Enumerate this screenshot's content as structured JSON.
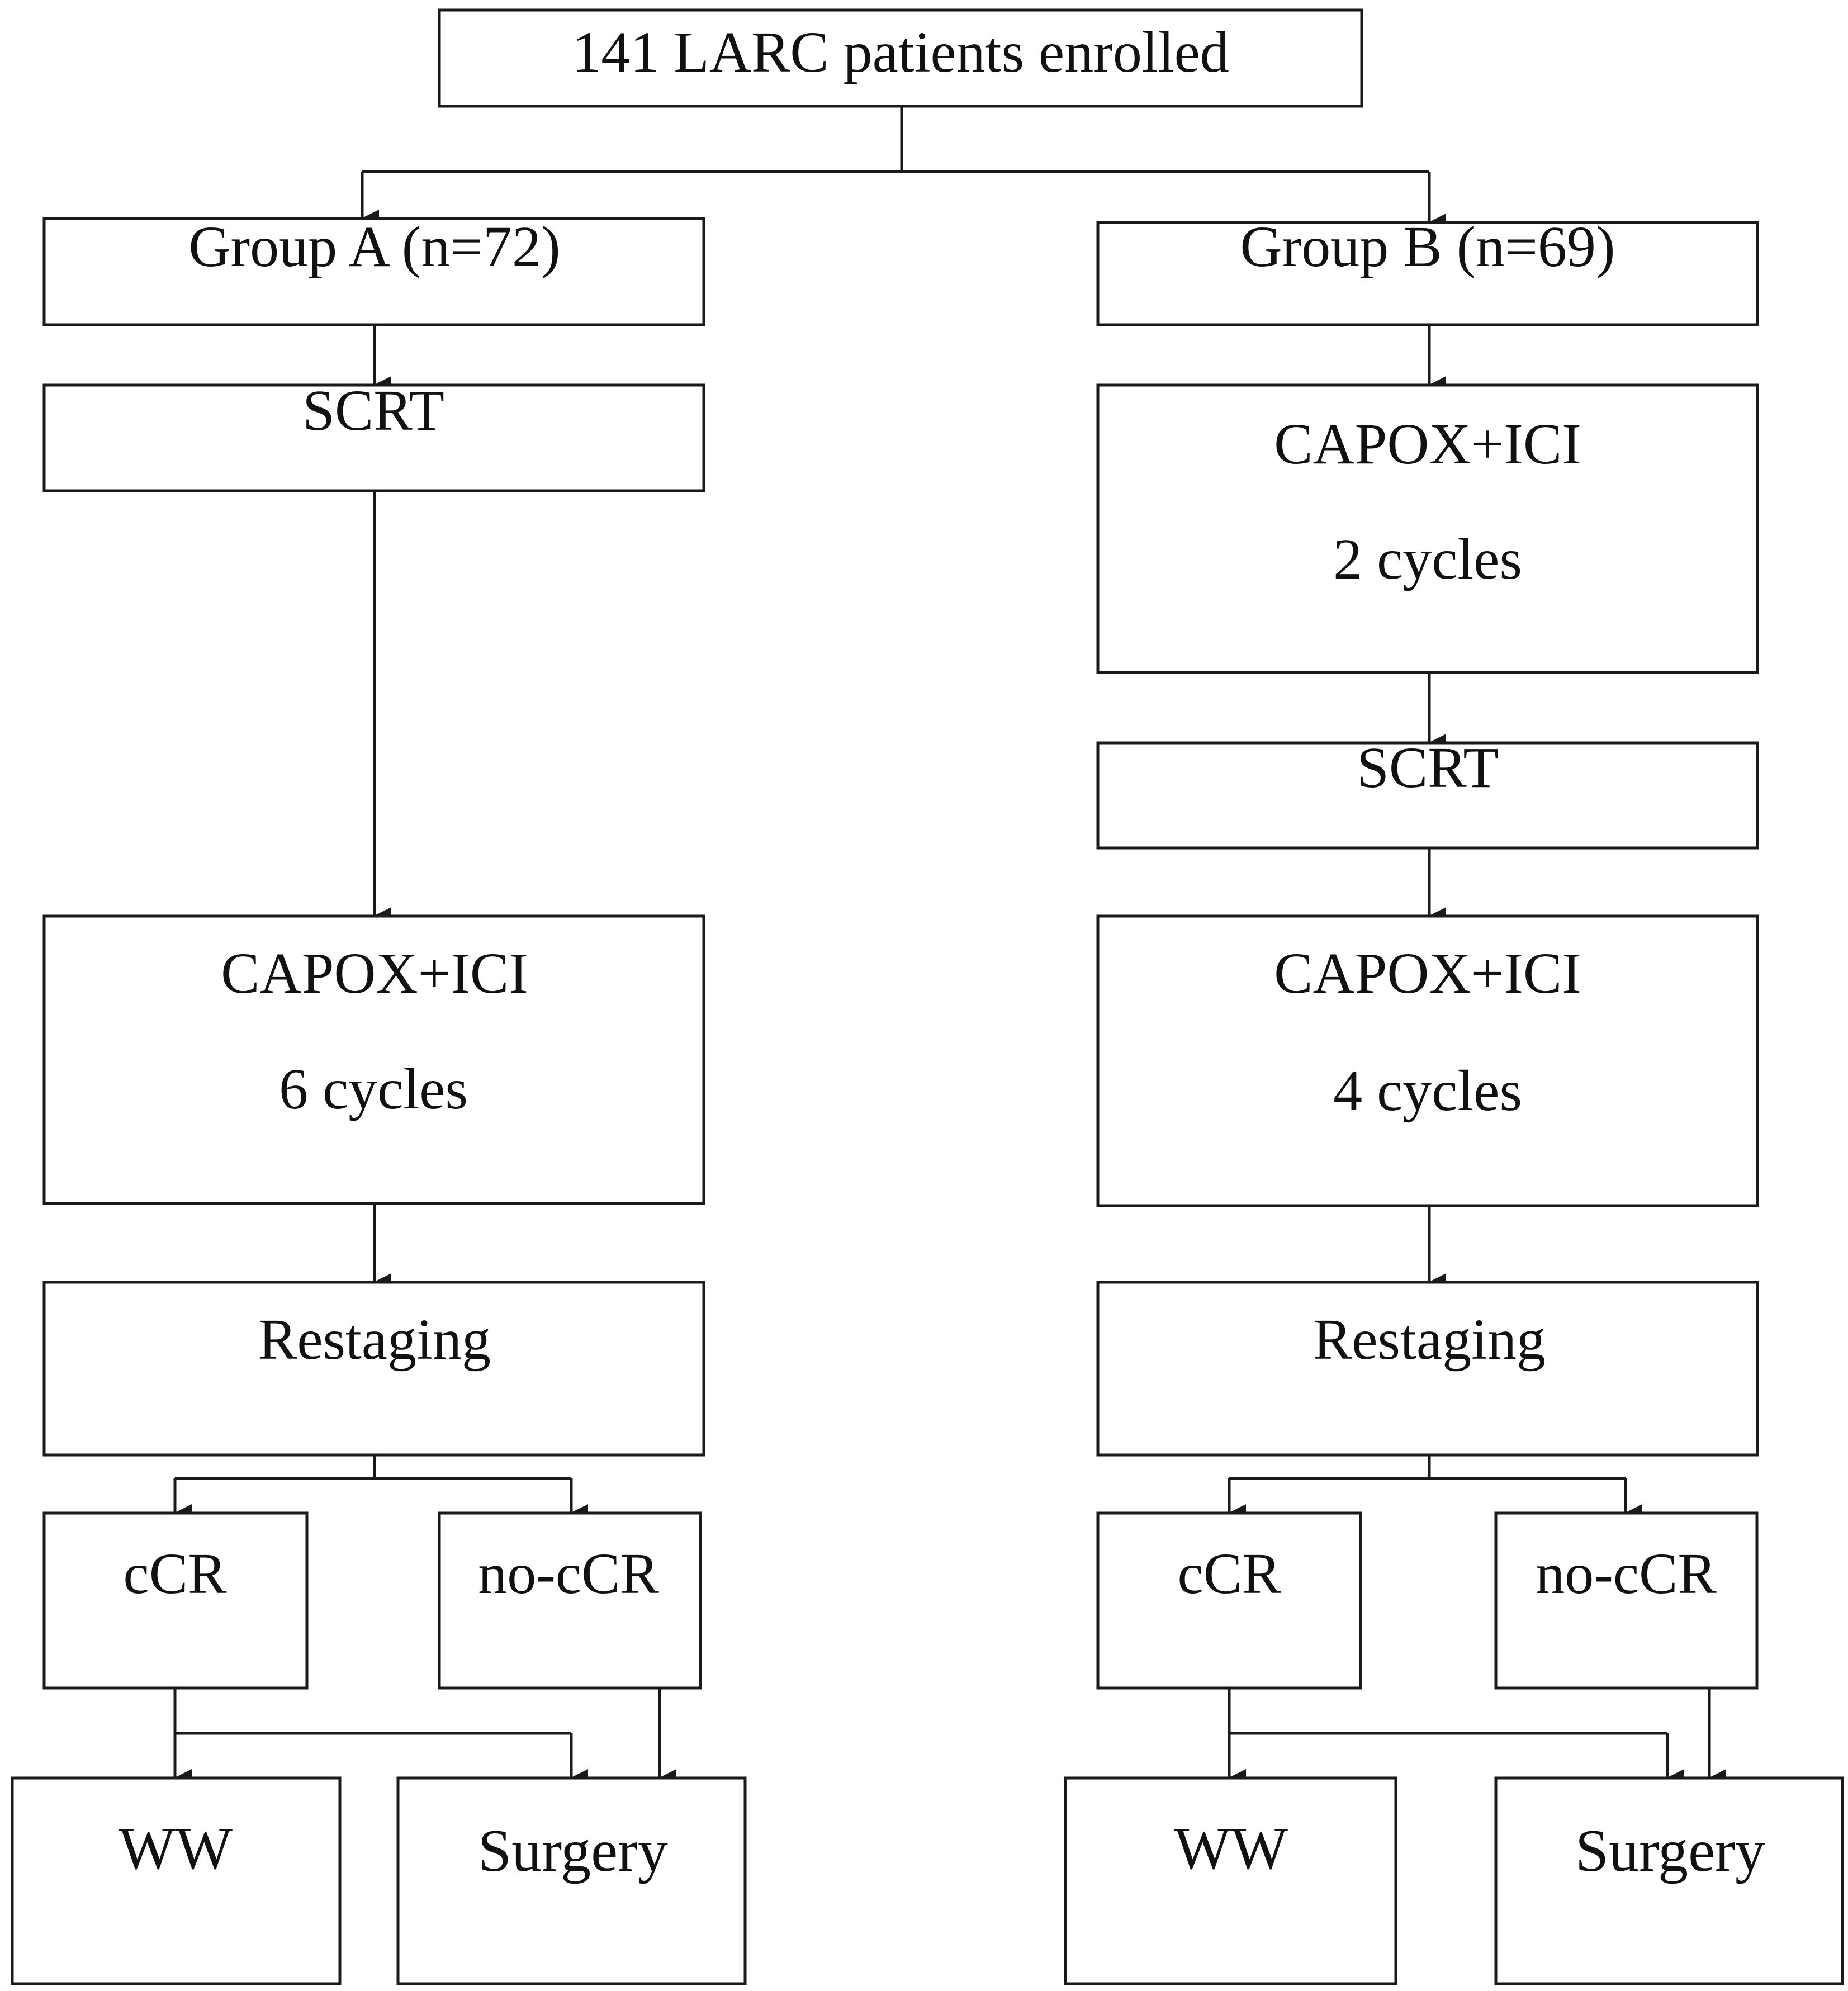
{
  "root": {
    "label": "141 LARC patients enrolled"
  },
  "group_a": {
    "title": "Group A (n=72)",
    "step1": "SCRT",
    "step2_line1": "CAPOX+ICI",
    "step2_line2": "6 cycles",
    "restaging": "Restaging",
    "ccr": "cCR",
    "no_ccr": "no-cCR",
    "ww": "WW",
    "surgery": "Surgery"
  },
  "group_b": {
    "title": "Group B (n=69)",
    "step1_line1": "CAPOX+ICI",
    "step1_line2": "2 cycles",
    "step2": "SCRT",
    "step3_line1": "CAPOX+ICI",
    "step3_line2": "4 cycles",
    "restaging": "Restaging",
    "ccr": "cCR",
    "no_ccr": "no-cCR",
    "ww": "WW",
    "surgery": "Surgery"
  },
  "colors": {
    "stroke": "#1a1a1a",
    "text": "#111111",
    "background": "#ffffff"
  }
}
